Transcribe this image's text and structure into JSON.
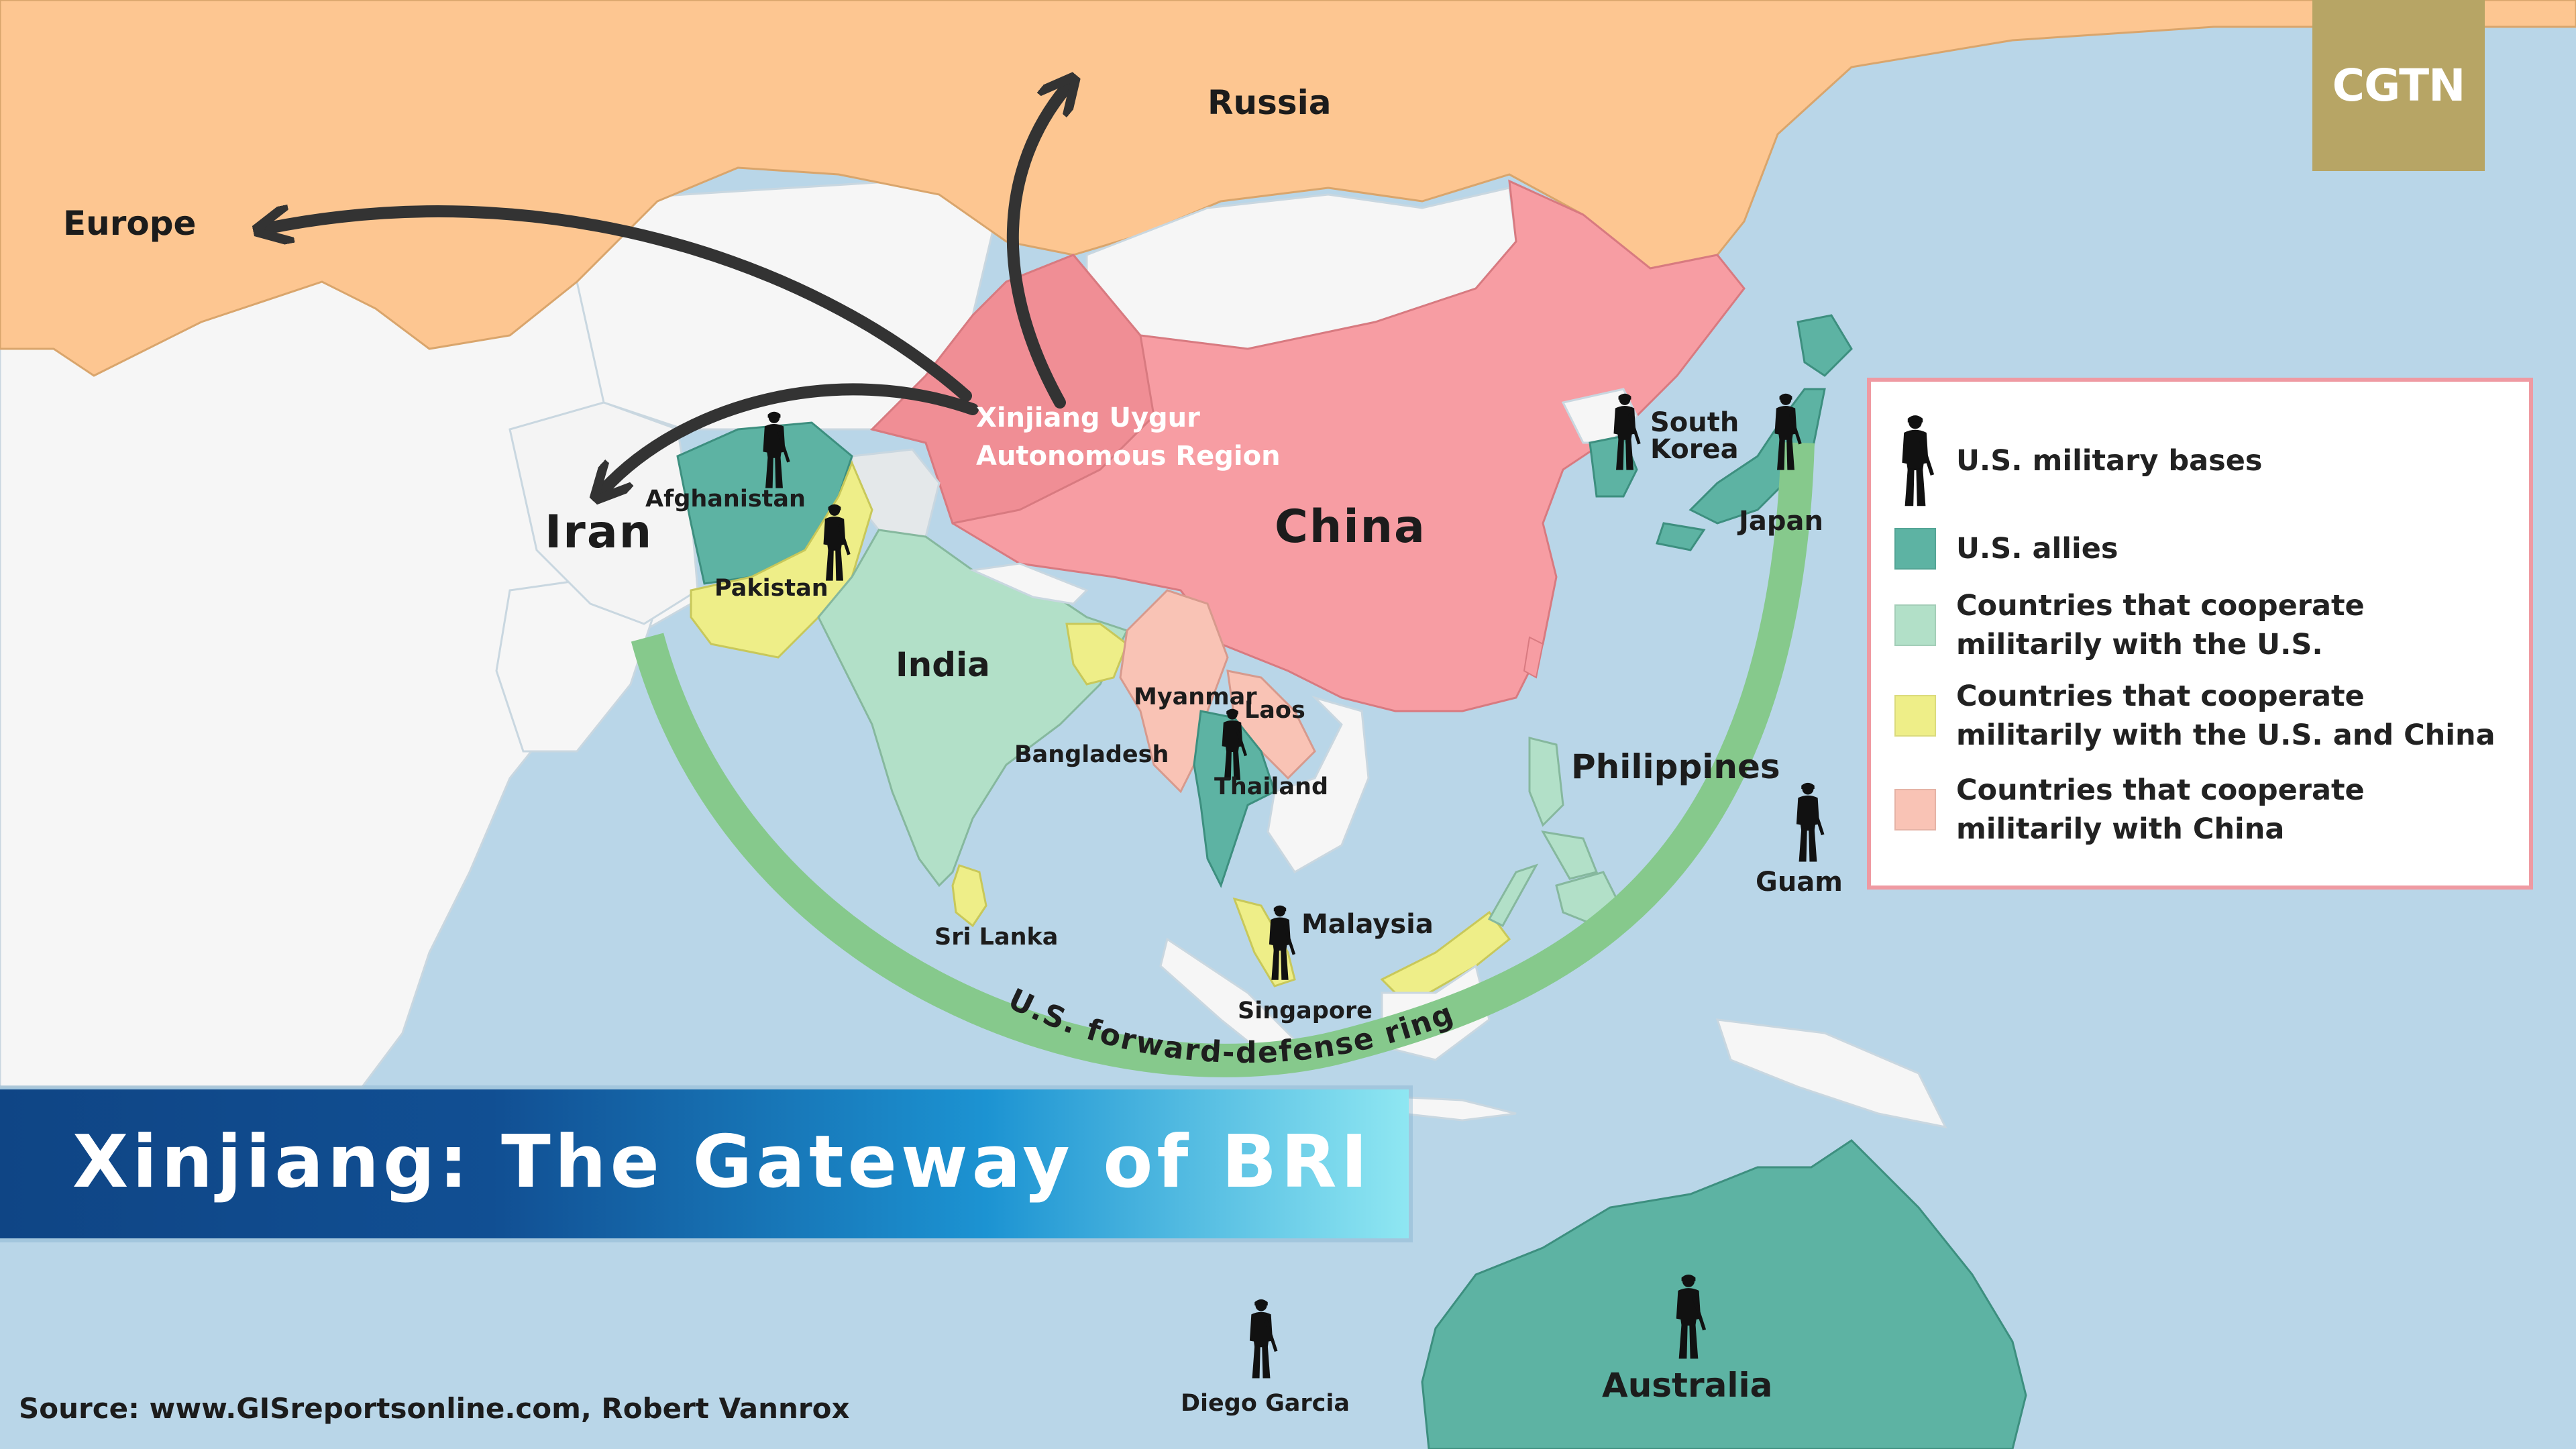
{
  "title": "Xinjiang: The Gateway of BRI",
  "source": "Source: www.GISreportsonline.com, Robert Vannrox",
  "logo": "CGTN",
  "ring_label": "U.S. forward-defense ring",
  "regions": {
    "europe": "Europe",
    "russia": "Russia",
    "iran": "Iran",
    "china": "China",
    "xinjiang_line1": "Xinjiang Uygur",
    "xinjiang_line2": "Autonomous Region",
    "afghanistan": "Afghanistan",
    "pakistan": "Pakistan",
    "india": "India",
    "sri_lanka": "Sri Lanka",
    "bangladesh": "Bangladesh",
    "myanmar": "Myanmar",
    "laos": "Laos",
    "thailand": "Thailand",
    "malaysia": "Malaysia",
    "singapore": "Singapore",
    "philippines": "Philippines",
    "south_korea_line1": "South",
    "south_korea_line2": "Korea",
    "japan": "Japan",
    "guam": "Guam",
    "diego_garcia": "Diego Garcia",
    "australia": "Australia"
  },
  "legend": [
    {
      "label": "U.S. military bases",
      "icon": "soldier-icon"
    },
    {
      "label": "U.S. allies",
      "color": "#5db3a3"
    },
    {
      "label": "Countries that cooperate militarily with the U.S.",
      "color": "#b2e0c8"
    },
    {
      "label": "Countries that cooperate militarily with the U.S. and China",
      "color": "#eeee88"
    },
    {
      "label": "Countries that cooperate militarily with China",
      "color": "#f9c3b5"
    }
  ],
  "colors": {
    "ocean": "#b9d6e8",
    "land": "#f6f6f6",
    "russia": "#fdc691",
    "china": "#f79da3",
    "xinjiang": "#f08e95",
    "us_allies": "#5db3a3",
    "coop_us": "#b2e0c8",
    "coop_us_china": "#eeee88",
    "coop_china": "#f9c3b5",
    "ring": "#86c98c",
    "arrow": "#333333"
  }
}
